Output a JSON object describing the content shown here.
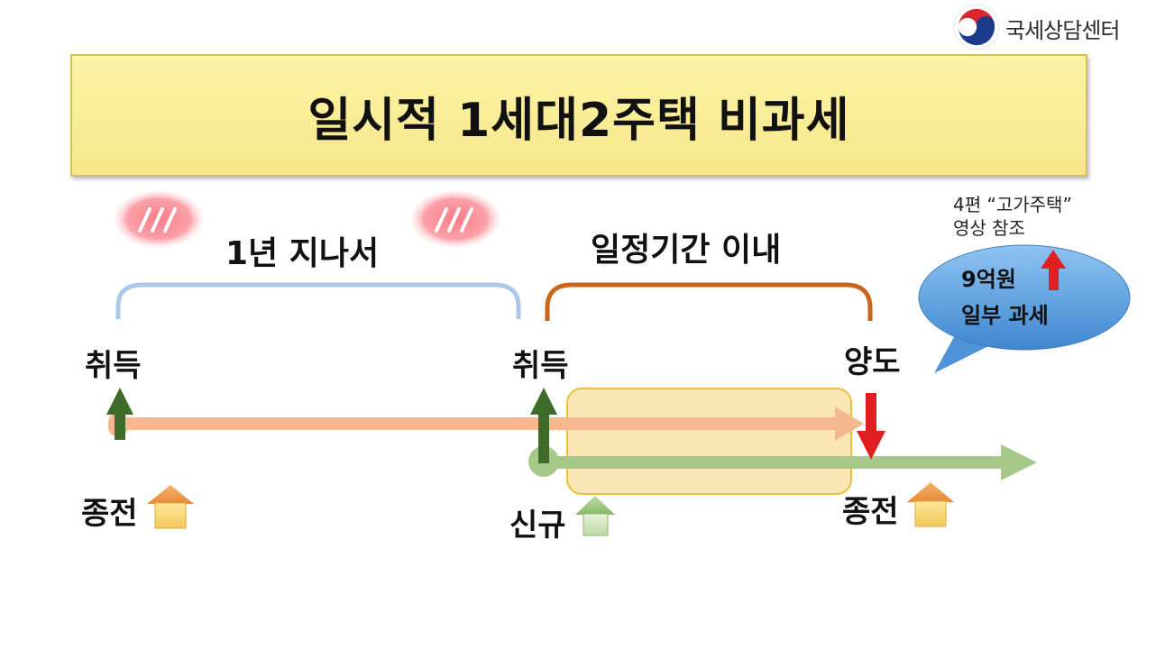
{
  "logo": {
    "text": "국세상담센터"
  },
  "title": "일시적 1세대2주택 비과세",
  "periods": {
    "first": "1년 지나서",
    "second": "일정기간 이내"
  },
  "events": {
    "acquire1": "취득",
    "acquire2": "취득",
    "transfer": "양도"
  },
  "houses": {
    "prior1": "종전",
    "new": "신규",
    "prior2": "종전"
  },
  "note": {
    "line1": "4편 “고가주택”",
    "line2": "영상 참조"
  },
  "bubble": {
    "line1": "9억원",
    "line2": "일부 과세"
  },
  "colors": {
    "title_bg": "#f8eb94",
    "bracket_blue": "#a9c8ea",
    "bracket_orange": "#c8661d",
    "timeline_orange": "#f6b98f",
    "timeline_green": "#a6c98a",
    "arrow_dark_green": "#3f6b2a",
    "arrow_red": "#e02020",
    "bubble_blue": "#5ea3e0"
  }
}
